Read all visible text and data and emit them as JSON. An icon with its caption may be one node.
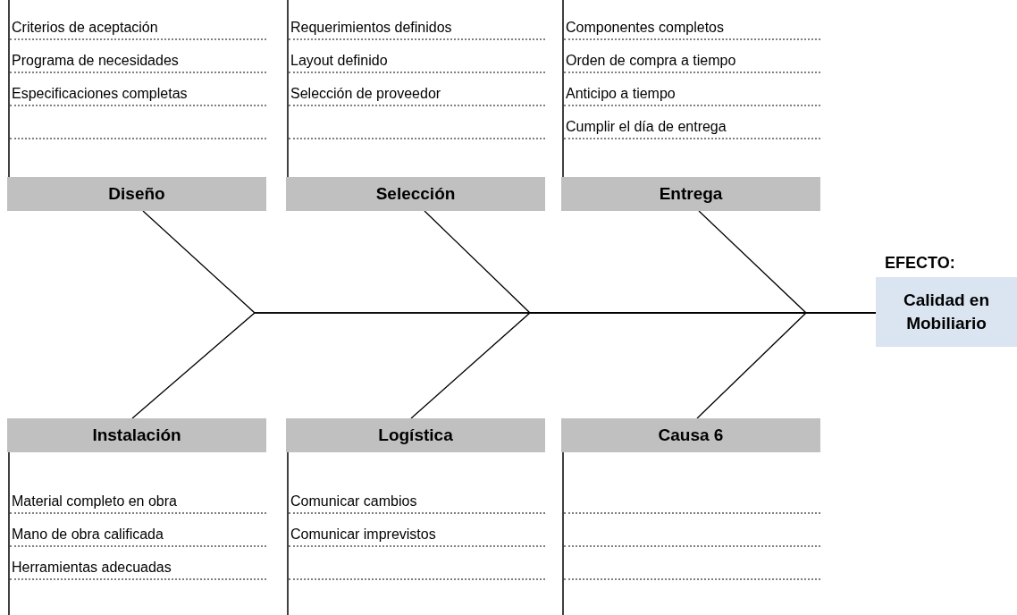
{
  "diagram": {
    "nodes": [
      {
        "text": [
          "Diseño"
        ],
        "beside": [
          "Criterios de aceptación",
          "Programa de necesidades",
          "Especificaciones completas"
        ]
      },
      {
        "text": [
          "Selección"
        ],
        "beside": [
          "Requerimientos definidos",
          "Layout definido",
          "Selección de proveedor"
        ]
      },
      {
        "text": [
          "Entrega"
        ],
        "beside": [
          "Componentes completos",
          "Orden de compra a tiempo",
          "Anticipo a tiempo",
          "Cumplir el día de entrega"
        ]
      },
      {
        "text": [
          "Instalación"
        ],
        "beside": [
          "Material completo en obra",
          "Mano de obra calificada",
          "Herramientas adecuadas"
        ]
      },
      {
        "text": [
          "Logística"
        ],
        "beside": [
          "Comunicar cambios",
          "Comunicar imprevistos"
        ]
      },
      {
        "text": [
          "Causa 6"
        ]
      },
      {
        "text": [
          "EFECTO:",
          "Calidad en Mobiliario"
        ]
      }
    ],
    "edges": [
      {
        "from": 0,
        "to": 6,
        "arrow": "none"
      },
      {
        "from": 1,
        "to": 6,
        "arrow": "none"
      },
      {
        "from": 2,
        "to": 6,
        "arrow": "none"
      },
      {
        "from": 3,
        "to": 6,
        "arrow": "none"
      },
      {
        "from": 4,
        "to": 6,
        "arrow": "none"
      },
      {
        "from": 5,
        "to": 6,
        "arrow": "none"
      }
    ]
  }
}
